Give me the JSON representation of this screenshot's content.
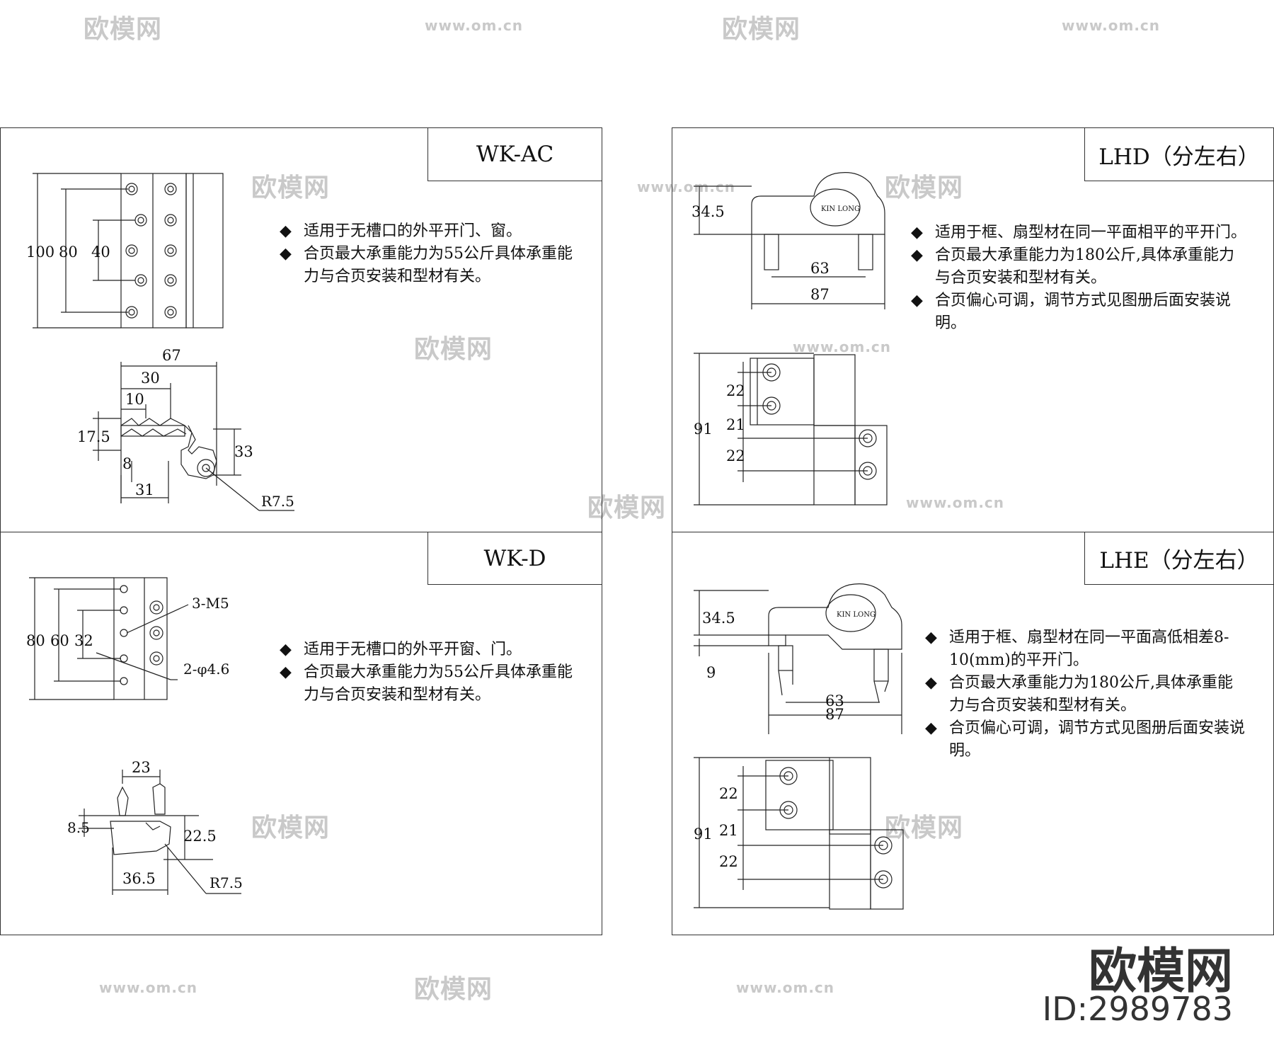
{
  "watermark": {
    "brand": "欧模网",
    "url": "www.om.cn"
  },
  "panels": {
    "wk_ac": {
      "title": "WK-AC",
      "desc": [
        "适用于无槽口的外平开门、窗。",
        "合页最大承重能力为55公斤具体承重能力与合页安装和型材有关。"
      ],
      "dims": {
        "d100": "100",
        "d80": "80",
        "d40": "40",
        "d67": "67",
        "d30": "30",
        "d10": "10",
        "d17_5": "17.5",
        "d8": "8",
        "d31": "31",
        "d33": "33",
        "r7_5": "R7.5"
      }
    },
    "wk_d": {
      "title": "WK-D",
      "desc": [
        "适用于无槽口的外平开窗、门。",
        "合页最大承重能力为55公斤具体承重能力与合页安装和型材有关。"
      ],
      "dims": {
        "d80": "80",
        "d60": "60",
        "d32": "32",
        "m5": "3-M5",
        "phi": "2-φ4.6",
        "d23": "23",
        "d8_5": "8.5",
        "d22_5": "22.5",
        "d36_5": "36.5",
        "r7_5": "R7.5"
      }
    },
    "lhd": {
      "title": "LHD（分左右）",
      "desc": [
        "适用于框、扇型材在同一平面相平的平开门。",
        "合页最大承重能力为180公斤,具体承重能力与合页安装和型材有关。",
        "合页偏心可调，调节方式见图册后面安装说明。"
      ],
      "brand": "KIN LONG",
      "dims": {
        "d34_5": "34.5",
        "d63": "63",
        "d87": "87",
        "d91": "91",
        "d22a": "22",
        "d21": "21",
        "d22b": "22"
      }
    },
    "lhe": {
      "title": "LHE（分左右）",
      "desc": [
        "适用于框、扇型材在同一平面高低相差8-10(mm)的平开门。",
        "合页最大承重能力为180公斤,具体承重能力与合页安装和型材有关。",
        "合页偏心可调，调节方式见图册后面安装说明。"
      ],
      "brand": "KIN LONG",
      "dims": {
        "d34_5": "34.5",
        "d9": "9",
        "d63": "63",
        "d87": "87",
        "d91": "91",
        "d22a": "22",
        "d21": "21",
        "d22b": "22"
      }
    }
  },
  "stamp": {
    "brand": "欧模网",
    "id": "ID:2989783"
  }
}
